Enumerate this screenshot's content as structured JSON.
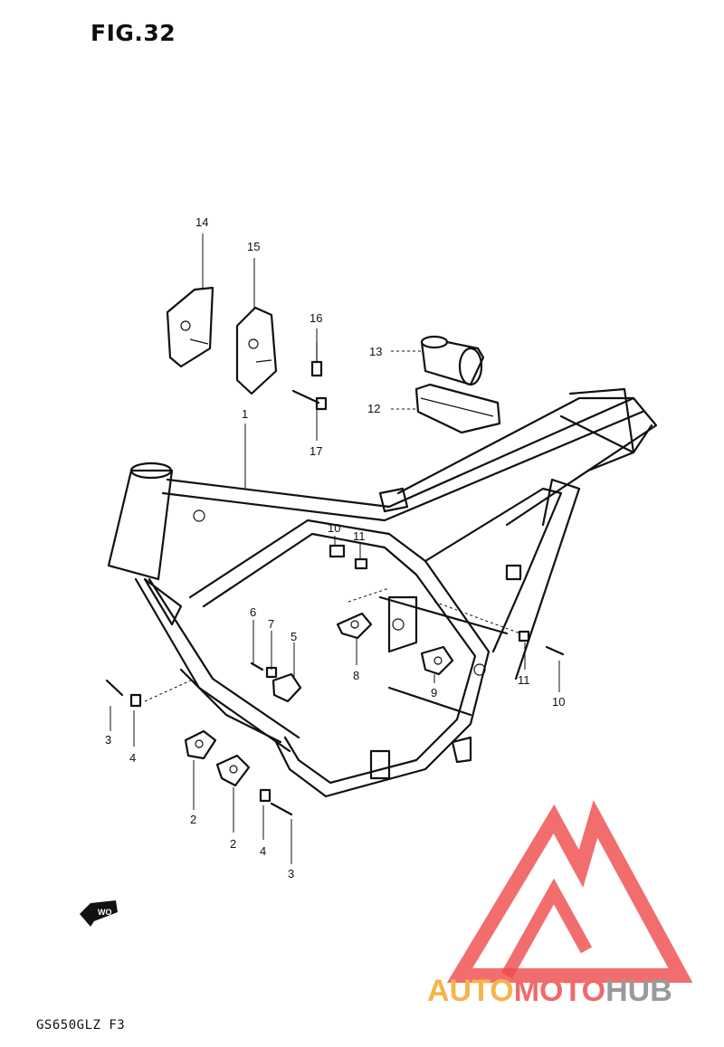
{
  "figure": {
    "title": "FIG.32"
  },
  "model_code": "GS650GLZ F3",
  "callouts": [
    "1",
    "2",
    "2",
    "3",
    "3",
    "4",
    "4",
    "5",
    "6",
    "7",
    "8",
    "9",
    "10",
    "10",
    "11",
    "11",
    "12",
    "13",
    "14",
    "15",
    "16",
    "17"
  ],
  "labels": {
    "c1": "1",
    "c2a": "2",
    "c2b": "2",
    "c3a": "3",
    "c3b": "3",
    "c4a": "4",
    "c4b": "4",
    "c5": "5",
    "c6": "6",
    "c7": "7",
    "c8": "8",
    "c9": "9",
    "c10a": "10",
    "c10b": "10",
    "c11a": "11",
    "c11b": "11",
    "c12": "12",
    "c13": "13",
    "c14": "14",
    "c15": "15",
    "c16": "16",
    "c17": "17"
  },
  "front_marker": "WO",
  "watermark": {
    "text_part1": "AUTO",
    "text_part2": "MOTO",
    "text_part3": "HUB",
    "colors": {
      "triangle": "#ef4a4a",
      "auto": "#f6b54a",
      "moto": "#ef6a6a",
      "hub": "#9a9a9a"
    }
  }
}
